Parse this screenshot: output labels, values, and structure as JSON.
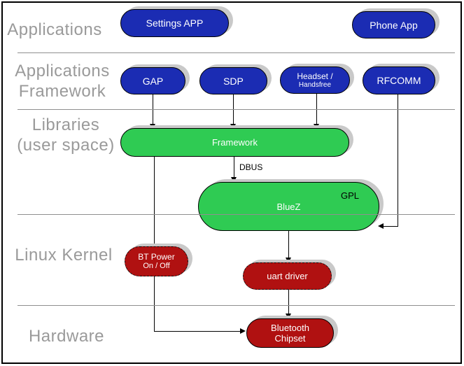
{
  "layers": {
    "applications": {
      "label": "Applications"
    },
    "applications_framework": {
      "line1": "Applications",
      "line2": "Framework"
    },
    "libraries": {
      "line1": "Libraries",
      "line2": "(user space)"
    },
    "linux_kernel": {
      "label": "Linux Kernel"
    },
    "hardware": {
      "label": "Hardware"
    }
  },
  "nodes": {
    "settings_app": {
      "label": "Settings APP"
    },
    "phone_app": {
      "label": "Phone App"
    },
    "gap": {
      "label": "GAP"
    },
    "sdp": {
      "label": "SDP"
    },
    "headset": {
      "line1": "Headset /",
      "line2": "Handsfree"
    },
    "rfcomm": {
      "label": "RFCOMM"
    },
    "framework": {
      "label": "Framework"
    },
    "bluez": {
      "label": "BlueZ",
      "badge": "GPL"
    },
    "bt_power": {
      "line1": "BT Power",
      "line2": "On / Off"
    },
    "uart_driver": {
      "label": "uart driver"
    },
    "bluetooth_chipset": {
      "line1": "Bluetooth",
      "line2": "Chipset"
    }
  },
  "edges": {
    "dbus_label": "DBUS"
  },
  "colors": {
    "app_blue": "#1b2cb3",
    "lib_green": "#2fcb53",
    "kernel_red": "#b01111",
    "layer_label_gray": "#9a9a9a",
    "divider_gray": "#8f8f8f",
    "shadow_gray": "#c9c9c9"
  }
}
